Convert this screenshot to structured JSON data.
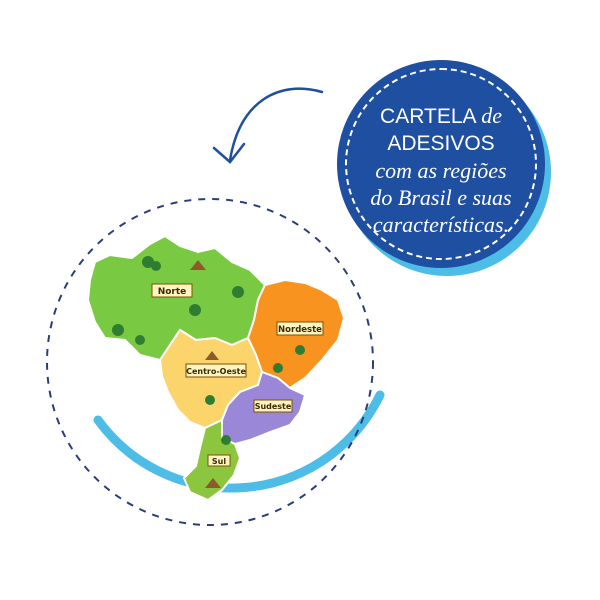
{
  "badge": {
    "line1_word": "CARTELA",
    "line1_italic": "de",
    "line2": "ADESIVOS",
    "line3": "com as regiões",
    "line4": "do Brasil e suas",
    "line5": "características."
  },
  "map": {
    "regions": [
      {
        "key": "norte",
        "label": "Norte",
        "color": "#7ac943"
      },
      {
        "key": "nordeste",
        "label": "Nordeste",
        "color": "#f7931e"
      },
      {
        "key": "centro_oeste",
        "label": "Centro-Oeste",
        "color": "#fbd46b"
      },
      {
        "key": "sudeste",
        "label": "Sudeste",
        "color": "#9b87d8"
      },
      {
        "key": "sul",
        "label": "Sul",
        "color": "#8cc63f"
      }
    ]
  },
  "colors": {
    "badge_blue": "#1f4fa0",
    "accent_cyan": "#4dbde8",
    "arrow": "#1f4fa0",
    "dashed": "#1f4fa0"
  }
}
